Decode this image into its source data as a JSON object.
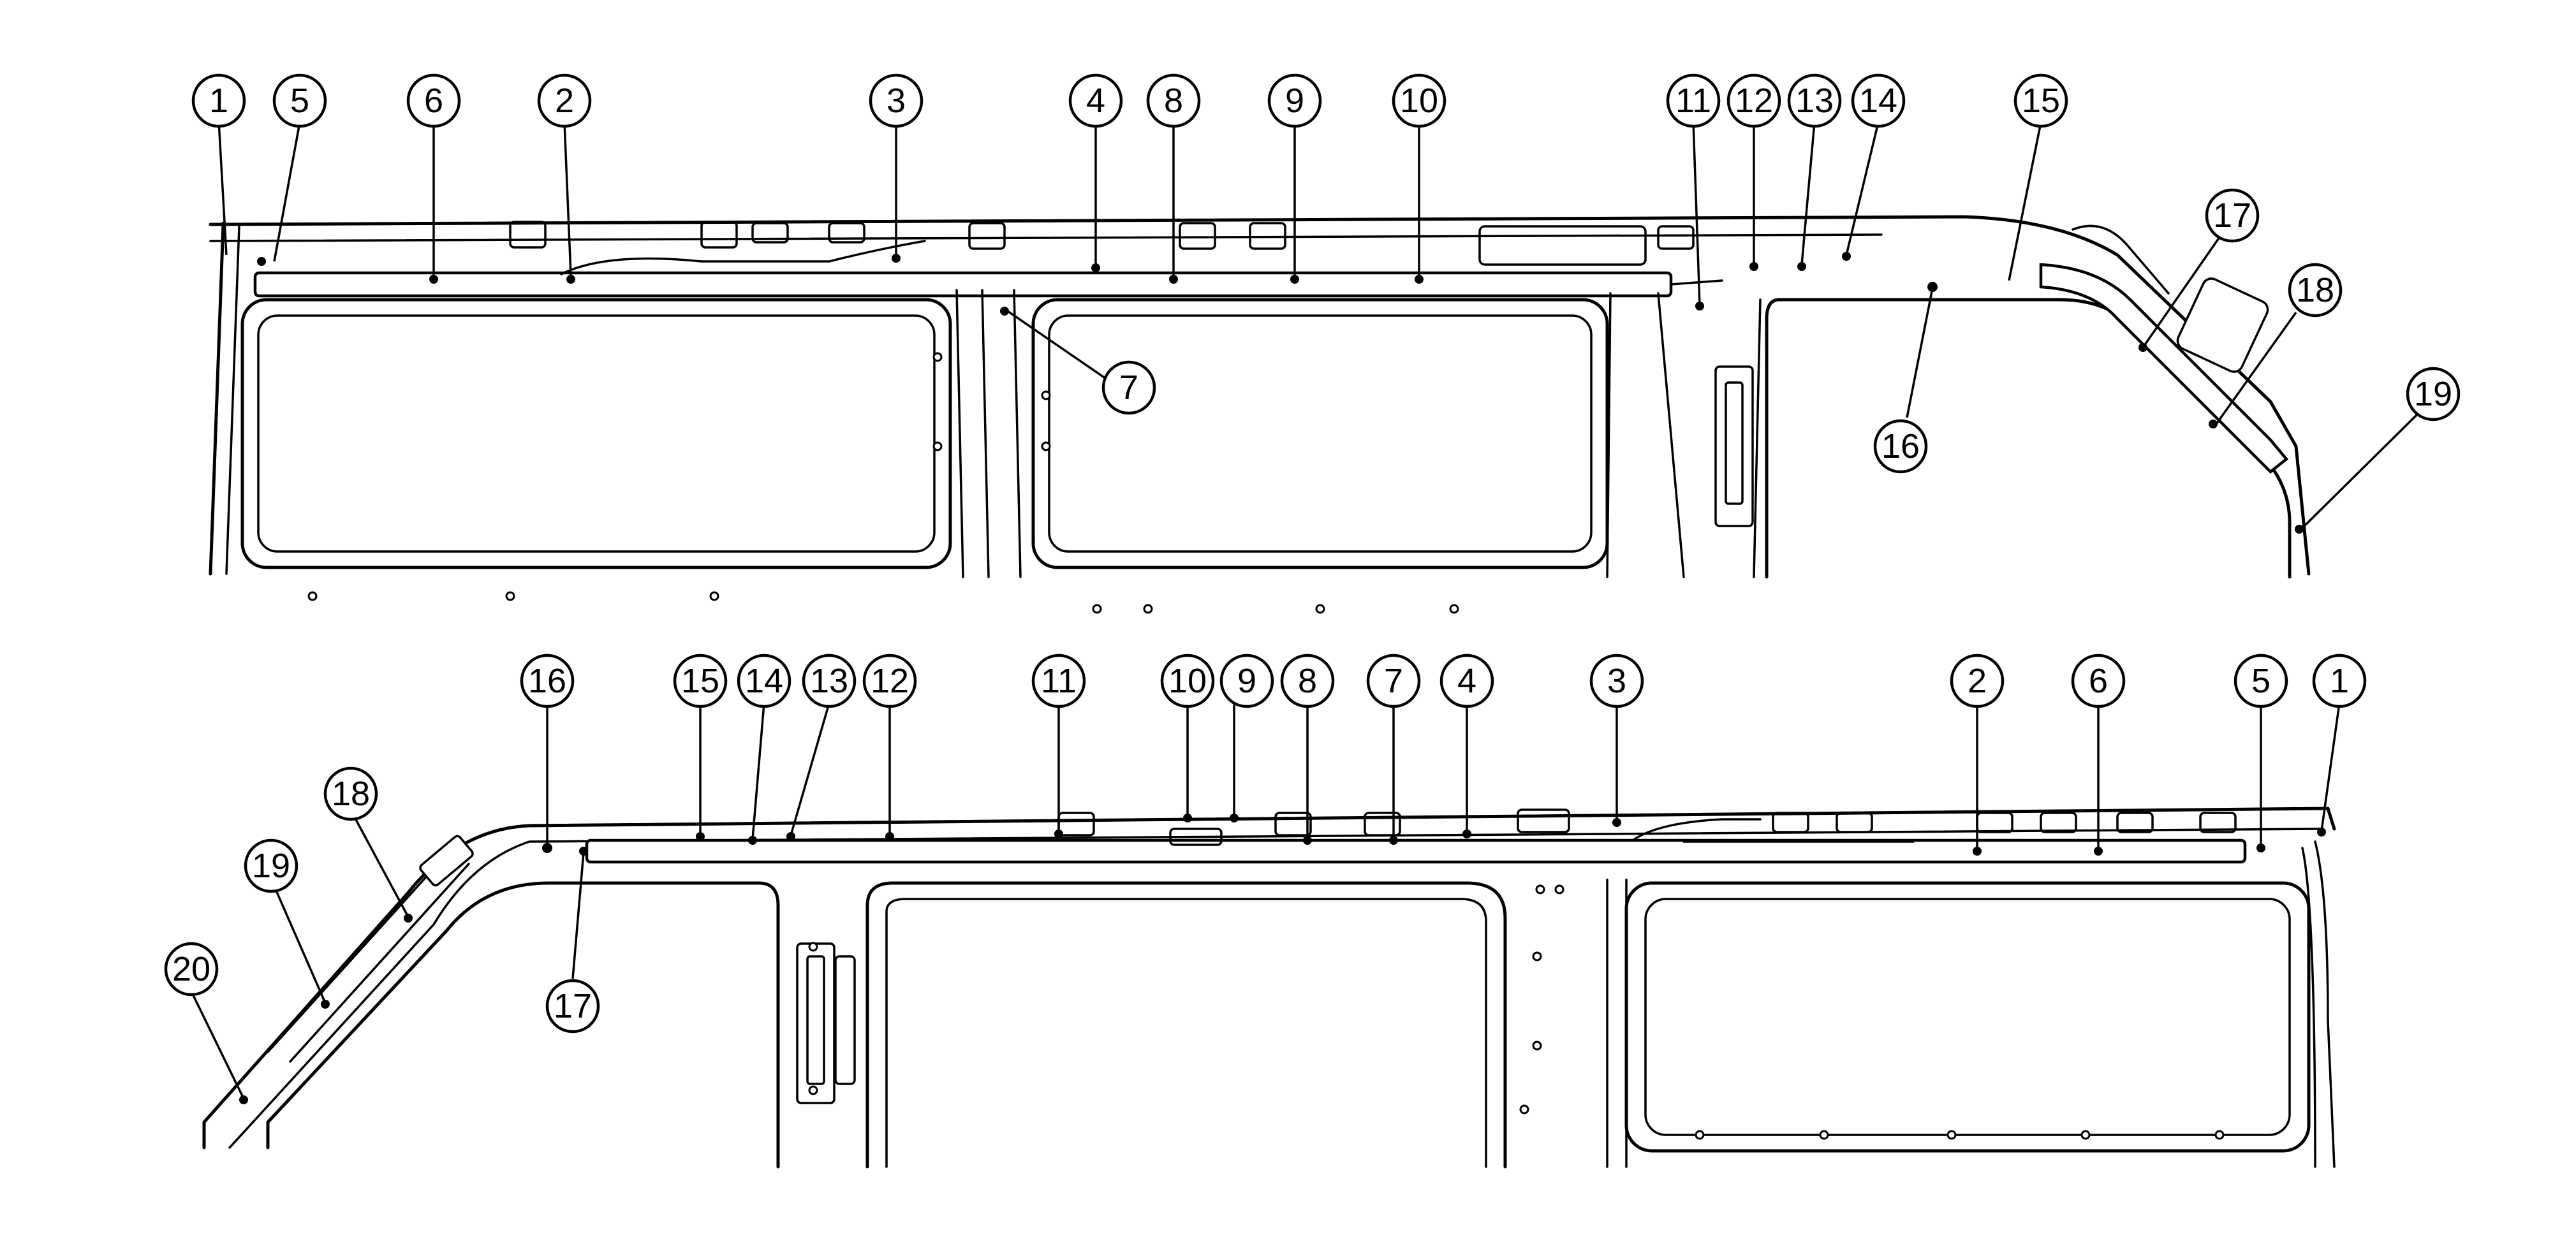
{
  "views": [
    {
      "id": "upper-view",
      "callouts": [
        {
          "label": "1"
        },
        {
          "label": "5"
        },
        {
          "label": "6"
        },
        {
          "label": "2"
        },
        {
          "label": "3"
        },
        {
          "label": "4"
        },
        {
          "label": "8"
        },
        {
          "label": "9"
        },
        {
          "label": "10"
        },
        {
          "label": "11"
        },
        {
          "label": "12"
        },
        {
          "label": "13"
        },
        {
          "label": "14"
        },
        {
          "label": "15"
        },
        {
          "label": "7"
        },
        {
          "label": "16"
        },
        {
          "label": "17"
        },
        {
          "label": "18"
        },
        {
          "label": "19"
        }
      ]
    },
    {
      "id": "lower-view",
      "callouts": [
        {
          "label": "16"
        },
        {
          "label": "15"
        },
        {
          "label": "14"
        },
        {
          "label": "13"
        },
        {
          "label": "12"
        },
        {
          "label": "11"
        },
        {
          "label": "10"
        },
        {
          "label": "9"
        },
        {
          "label": "8"
        },
        {
          "label": "7"
        },
        {
          "label": "4"
        },
        {
          "label": "3"
        },
        {
          "label": "2"
        },
        {
          "label": "6"
        },
        {
          "label": "5"
        },
        {
          "label": "1"
        },
        {
          "label": "18"
        },
        {
          "label": "19"
        },
        {
          "label": "20"
        },
        {
          "label": "17"
        }
      ]
    }
  ]
}
